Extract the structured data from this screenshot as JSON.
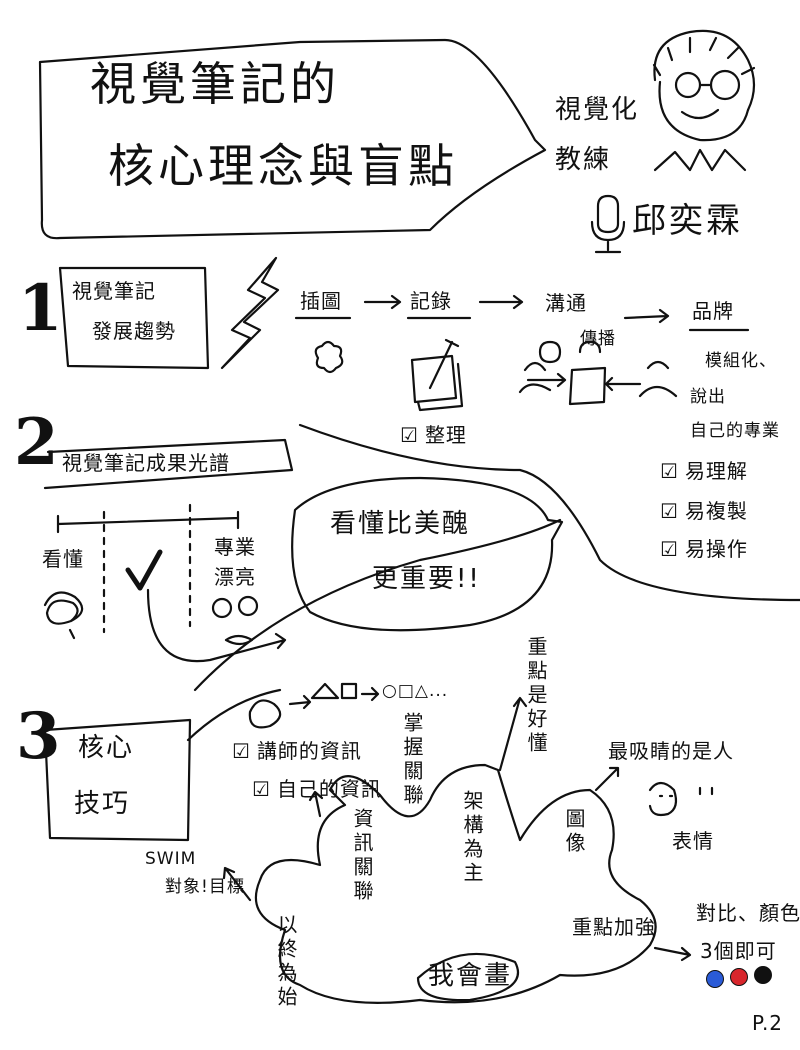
{
  "title": {
    "line1": "視覺筆記的",
    "line2": "核心理念與盲點"
  },
  "coach": {
    "role_line1": "視覺化",
    "role_line2": "教練",
    "name": "邱奕霖"
  },
  "section1": {
    "number": "1",
    "heading_line1": "視覺筆記",
    "heading_line2": "發展趨勢",
    "flow": [
      "插圖",
      "記錄",
      "溝通",
      "品牌"
    ],
    "spread": "傳播",
    "organize": "整理",
    "brand_notes": [
      "模組化、",
      "說出",
      "自己的專業"
    ],
    "checks": [
      "易理解",
      "易複製",
      "易操作"
    ]
  },
  "section2": {
    "number": "2",
    "heading": "視覺筆記成果光譜",
    "left_label": "看懂",
    "right_label_line1": "專業",
    "right_label_line2": "漂亮",
    "bubble_line1": "看懂比美醜",
    "bubble_line2": "更重要!!"
  },
  "section3": {
    "number": "3",
    "heading_line1": "核心",
    "heading_line2": "技巧",
    "shapes": "○□△...",
    "items": [
      "講師的資訊",
      "自己的資訊"
    ],
    "grasp": "掌握關聯",
    "info": "資訊關聯",
    "structure": "架構為主",
    "key_point": "重點是好懂",
    "image": "圖像",
    "expr": "最吸睛的是人",
    "expr2": "表情",
    "emphasis": "重點加強",
    "contrast": "對比、顏色",
    "three_colors": "3個即可",
    "swim": "SWIM",
    "target": "對象!目標",
    "result": "以終為始",
    "center": "我會畫"
  },
  "page_label": "P.2",
  "colors": {
    "ink": "#111111",
    "blue": "#2a5bd7",
    "red": "#d8262c",
    "black": "#111111"
  }
}
